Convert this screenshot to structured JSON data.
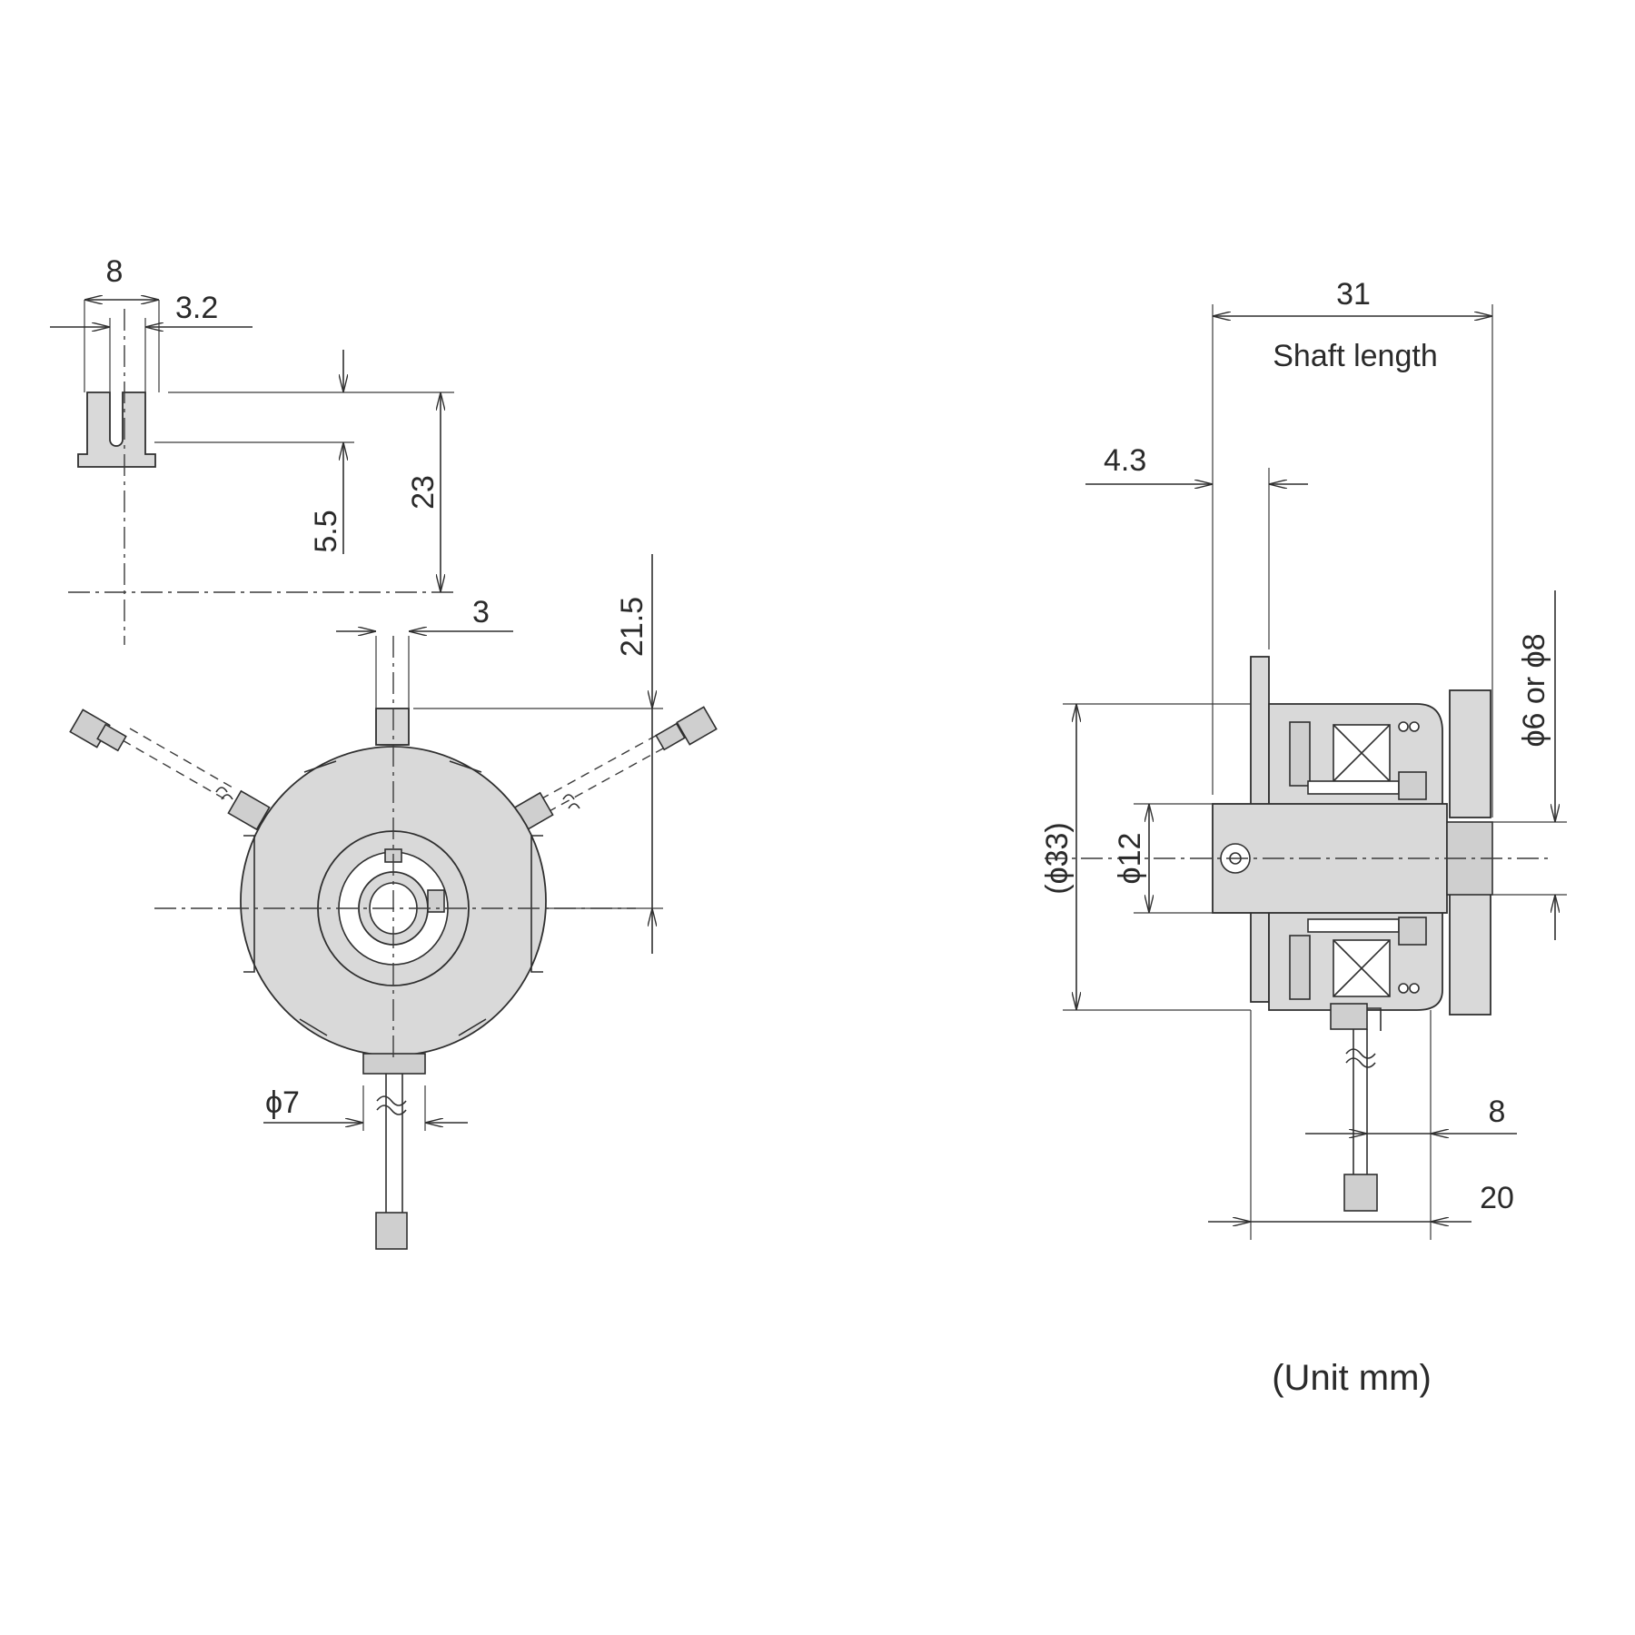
{
  "dimensions": {
    "left_view": {
      "slot_width": "8",
      "slot_gap": "3.2",
      "slot_depth": "5.5",
      "slot_height": "23",
      "tab_width": "3",
      "tab_offset": "21.5",
      "cable_dia": "ϕ7"
    },
    "right_view": {
      "shaft_total": "31",
      "shaft_caption": "Shaft length",
      "flange_offset": "4.3",
      "outer_dia": "(ϕ33)",
      "bore_dia": "ϕ12",
      "shaft_dia": "ϕ6 or ϕ8",
      "lead_offset": "8",
      "body_width": "20"
    }
  },
  "unit_note": "(Unit mm)"
}
